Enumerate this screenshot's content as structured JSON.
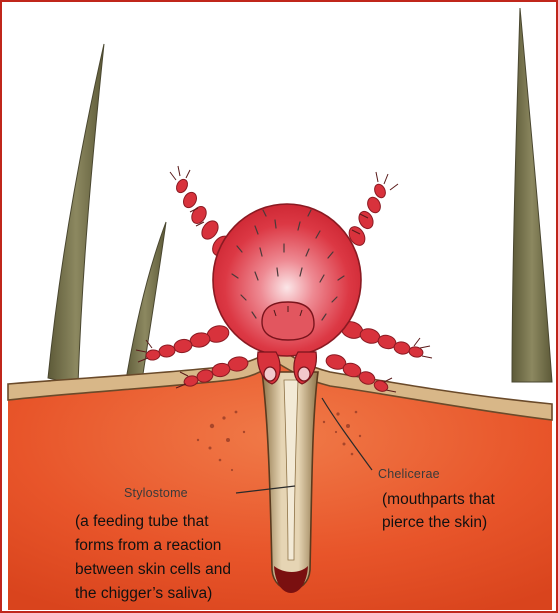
{
  "figure": {
    "frame_color": "#c0261b",
    "skin_color": "#e8552a",
    "hair_color": "#7a7650",
    "mite_color": "#d8323c",
    "labels": {
      "stylostome": {
        "name": "Stylostome",
        "note_lines": [
          "(a feeding tube that",
          "forms from a reaction",
          "between skin cells and",
          "the chigger’s saliva)"
        ]
      },
      "chelicerae": {
        "name": "Chelicerae",
        "note_lines": [
          "(mouthparts that",
          "pierce the skin)"
        ]
      }
    }
  }
}
